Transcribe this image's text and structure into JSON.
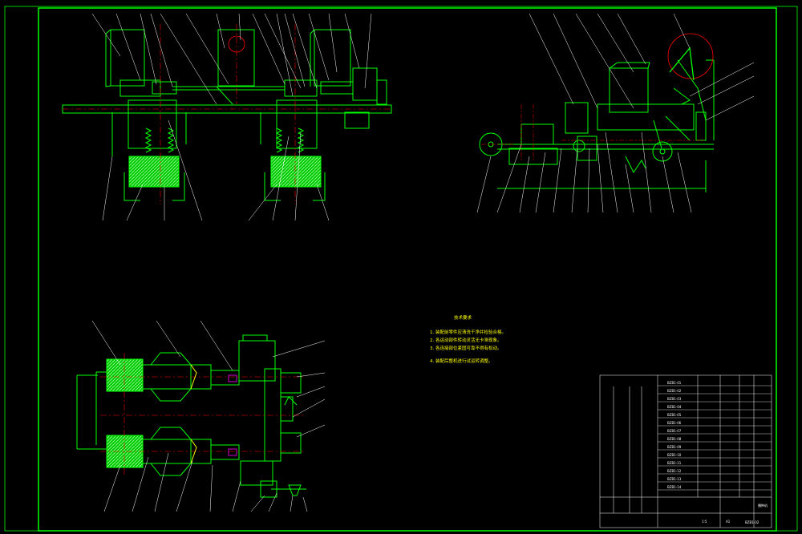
{
  "drawing": {
    "drawing_number": "BZB1-02",
    "notes_title": "技术要求",
    "notes": [
      "1. 装配前零件应清洗干净并检验合格。",
      "2. 各运动部件转动灵活无卡滞现象。",
      "3. 各连接部位紧固可靠不得有松动。",
      "4. 装配后整机进行试运转调整。"
    ]
  },
  "title_block": {
    "scale": "1:5",
    "sheet": "A1",
    "name": "播种机",
    "rows": [
      "BZB1-01",
      "BZB1-02",
      "BZB1-03",
      "BZB1-04",
      "BZB1-05",
      "BZB1-06",
      "BZB1-07",
      "BZB1-08",
      "BZB1-09",
      "BZB1-10",
      "BZB1-11",
      "BZB1-12",
      "BZB1-13",
      "BZB1-14"
    ]
  },
  "colors": {
    "frame": "#00ff00",
    "outline": "#00ff00",
    "leader": "#ffffff",
    "center_line": "#ff0000",
    "hatch": "#00ff00",
    "notes": "#ffff00",
    "accent": "#ff00ff"
  }
}
